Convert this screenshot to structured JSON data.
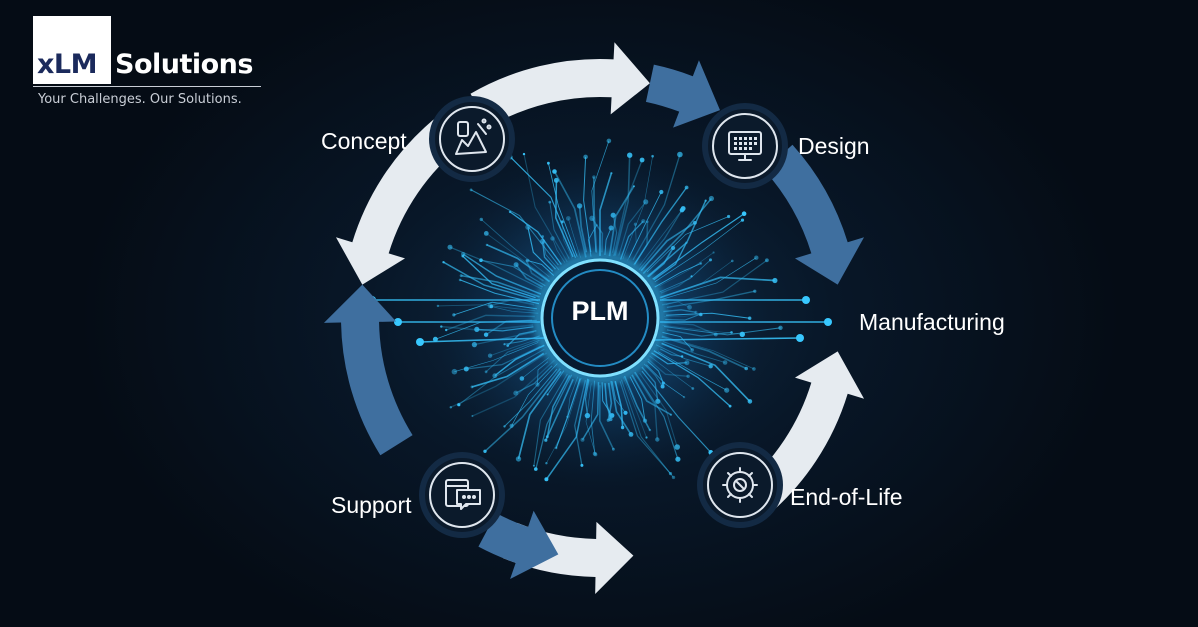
{
  "logo": {
    "brand_prefix": "xLM",
    "brand_suffix": "Solutions",
    "tagline": "Your Challenges. Our Solutions."
  },
  "diagram": {
    "center": {
      "label": "PLM"
    },
    "stages": [
      {
        "id": "concept",
        "label": "Concept",
        "icon": "pencil-chart-icon"
      },
      {
        "id": "design",
        "label": "Design",
        "icon": "monitor-grid-icon"
      },
      {
        "id": "manufacturing",
        "label": "Manufacturing",
        "icon": "none"
      },
      {
        "id": "end-of-life",
        "label": "End-of-Life",
        "icon": "gear-recycle-icon"
      },
      {
        "id": "support",
        "label": "Support",
        "icon": "chat-screen-icon"
      }
    ],
    "colors": {
      "arrow_light": "#e6ebf0",
      "arrow_blue": "#3f6f9f",
      "glow": "#38c8ff",
      "node_fill": "#0b1a2b"
    }
  }
}
